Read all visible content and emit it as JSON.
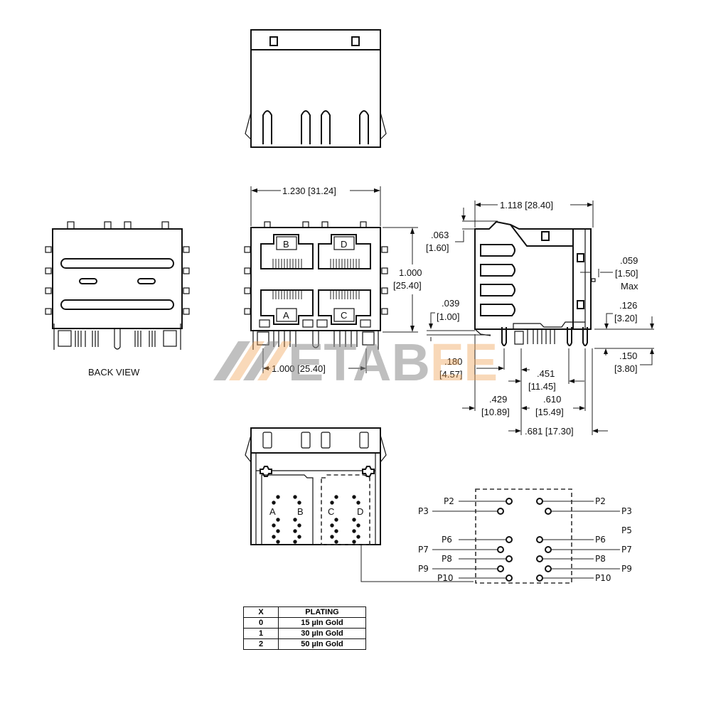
{
  "drawing": {
    "type": "Mechanical drawing - 2x2 stacked RJ45 modular jack",
    "views": {
      "back_view": {
        "label": "BACK VIEW"
      },
      "front_view": {
        "ports": [
          "B",
          "D",
          "A",
          "C"
        ],
        "dims": {
          "overall_width": "1.230 [31.24]",
          "height": "1.000 [25.40]",
          "post_spacing": "1.000 [25.40]"
        }
      },
      "side_view": {
        "dims": {
          "depth": "1.118 [28.40]",
          "latch_height_in": ".063",
          "latch_height_mm": "[1.60]",
          "standoff_in": ".039",
          "standoff_mm": "[1.00]",
          "protrusion_in": ".059",
          "protrusion_mm": "[1.50]",
          "protrusion_note": "Max",
          "pin_offset_in": ".126",
          "pin_offset_mm": "[3.20]",
          "tail_len_in": ".150",
          "tail_len_mm": "[3.80]",
          "front_post_in": ".180",
          "front_post_mm": "[4.57]",
          "row1_in": ".451",
          "row1_mm": "[11.45]",
          "row2_in": ".429",
          "row2_mm": "[10.89]",
          "row3_in": ".610",
          "row3_mm": "[15.49]",
          "row4": ".681  [17.30]"
        }
      },
      "bottom_view": {
        "port_labels": [
          "A",
          "B",
          "C",
          "D"
        ]
      },
      "pinout_detail": {
        "left_pins": [
          "P2",
          "P3",
          "P6",
          "P7",
          "P8",
          "P9",
          "P10"
        ],
        "right_pins": [
          "P2",
          "P3",
          "P5",
          "P6",
          "P7",
          "P8",
          "P9",
          "P10"
        ]
      }
    },
    "plating_table": {
      "headers": [
        "X",
        "PLATING"
      ],
      "rows": [
        [
          "0",
          "15 µIn Gold"
        ],
        [
          "1",
          "30 µIn Gold"
        ],
        [
          "2",
          "50 µIn Gold"
        ]
      ]
    },
    "watermark": {
      "text_gray": "ETAB",
      "text_orange": "EE",
      "colors": {
        "gray": "#8c8c8c",
        "orange": "#f0a050"
      }
    }
  }
}
